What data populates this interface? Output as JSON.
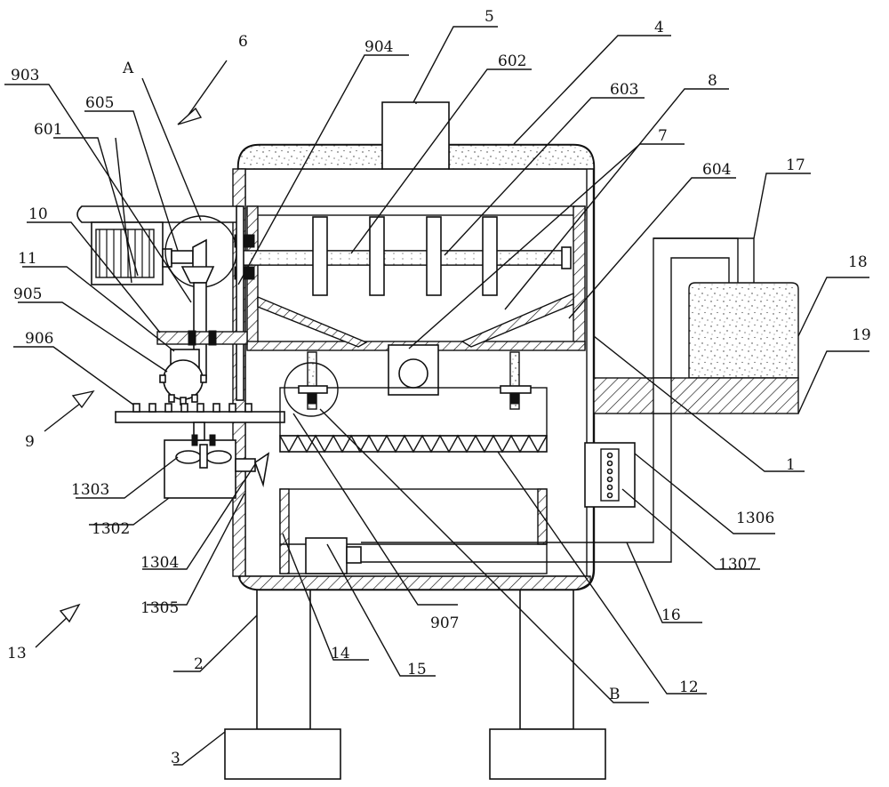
{
  "labels": {
    "l5": "5",
    "l4": "4",
    "l602": "602",
    "l603": "603",
    "l8": "8",
    "l7": "7",
    "l604": "604",
    "l17": "17",
    "l18": "18",
    "l19": "19",
    "l1": "1",
    "l6": "6",
    "l904": "904",
    "lA": "A",
    "l903": "903",
    "l605": "605",
    "l601": "601",
    "l10": "10",
    "l11": "11",
    "l905": "905",
    "l906": "906",
    "l9": "9",
    "l1303": "1303",
    "l1302": "1302",
    "l1304": "1304",
    "l1305": "1305",
    "l13": "13",
    "l2": "2",
    "l3": "3",
    "l14": "14",
    "l15": "15",
    "l907": "907",
    "lB": "B",
    "l12": "12",
    "l16": "16",
    "l1306": "1306",
    "l1307": "1307"
  }
}
